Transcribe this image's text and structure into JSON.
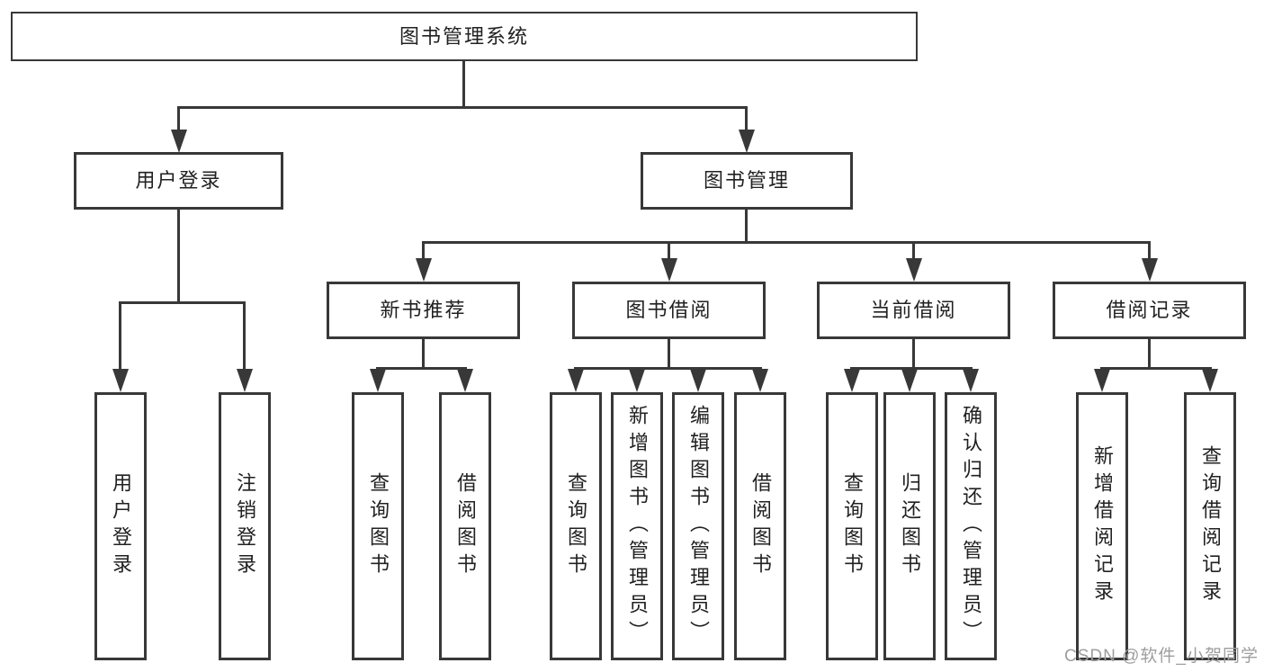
{
  "diagram": {
    "title": "图书管理系统",
    "nodes": {
      "root": "图书管理系统",
      "user_login": "用户登录",
      "book_management": "图书管理",
      "new_book_recommend": "新书推荐",
      "book_borrow": "图书借阅",
      "current_borrow": "当前借阅",
      "borrow_records": "借阅记录",
      "leaf_user_login": "用户登录",
      "leaf_logout_login": "注销登录",
      "leaf_recommend_query_book": "查询图书",
      "leaf_recommend_borrow_book": "借阅图书",
      "leaf_borrow_query_book": "查询图书",
      "leaf_borrow_add_book_admin": "新增图书（管理员）",
      "leaf_borrow_edit_book_admin": "编辑图书（管理员）",
      "leaf_borrow_borrow_book": "借阅图书",
      "leaf_current_query_book": "查询图书",
      "leaf_current_return_book": "归还图书",
      "leaf_current_confirm_return_admin": "确认归还（管理员）",
      "leaf_records_add_borrow_record": "新增借阅记录",
      "leaf_records_query_borrow_record": "查询借阅记录"
    },
    "colors": {
      "line": "#383838",
      "box_border": "#383838",
      "box_background": "#ffffff",
      "text": "#212121",
      "watermark": "#9e9e9e"
    }
  },
  "watermark": "CSDN @软件_小贺同学"
}
